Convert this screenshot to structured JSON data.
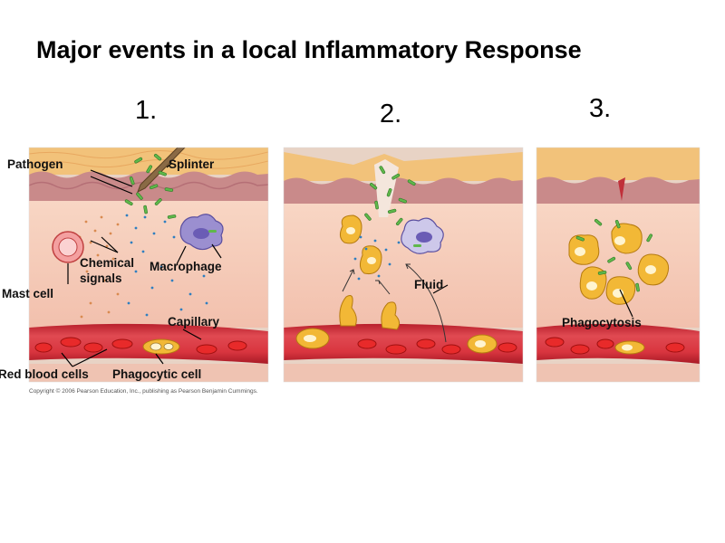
{
  "title": "Major events in a local Inflammatory Response",
  "steps": [
    "1.",
    "2.",
    "3."
  ],
  "labels": {
    "pathogen": "Pathogen",
    "splinter": "Splinter",
    "chemical_signals_1": "Chemical",
    "chemical_signals_2": "signals",
    "macrophage": "Macrophage",
    "mast_cell": "Mast cell",
    "capillary": "Capillary",
    "red_blood_cells": "Red blood cells",
    "phagocytic_cell": "Phagocytic cell",
    "fluid": "Fluid",
    "phagocytosis": "Phagocytosis"
  },
  "copyright": "Copyright © 2006 Pearson Education, Inc., publishing as Pearson Benjamin Cummings.",
  "colors": {
    "skin_top": "#f2c27a",
    "tissue": "#f4c7b4",
    "capillary": "#d2303a",
    "red_blood_cell": "#e23030",
    "phagocyte": "#f2b836",
    "macrophage": "#9b8fd0",
    "bacteria": "#5fb84a",
    "signal_dot_blue": "#2f7fc0",
    "signal_dot_orange": "#d98a50"
  }
}
